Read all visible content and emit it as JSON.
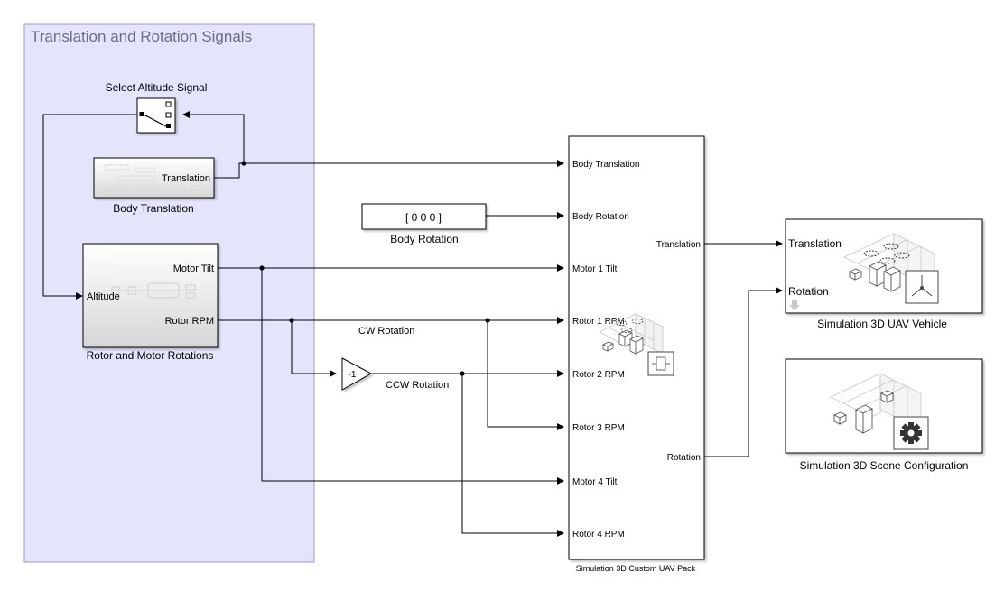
{
  "area": {
    "title": "Translation and Rotation Signals"
  },
  "switch": {
    "label": "Select Altitude Signal"
  },
  "body_translation": {
    "label": "Body Translation",
    "out_port": "Translation"
  },
  "body_rotation": {
    "label": "Body Rotation",
    "value": "[ 0 0 0 ]"
  },
  "rotor_motor": {
    "label": "Rotor and Motor Rotations",
    "in_port": "Altitude",
    "out_motor_tilt": "Motor Tilt",
    "out_rotor_rpm": "Rotor RPM"
  },
  "gain": {
    "value": "-1"
  },
  "signals": {
    "cw": "CW Rotation",
    "ccw": "CCW Rotation"
  },
  "uav_pack": {
    "label": "Simulation 3D Custom UAV Pack",
    "in_ports": [
      "Body Translation",
      "Body Rotation",
      "Motor 1 Tilt",
      "Rotor 1 RPM",
      "Rotor 2 RPM",
      "Rotor 3 RPM",
      "Motor 4 Tilt",
      "Rotor 4 RPM"
    ],
    "out_translation": "Translation",
    "out_rotation": "Rotation"
  },
  "uav_vehicle": {
    "label": "Simulation 3D UAV Vehicle",
    "in_translation": "Translation",
    "in_rotation": "Rotation"
  },
  "scene_config": {
    "label": "Simulation 3D Scene Configuration"
  },
  "colors": {
    "area_fill": "#e4e4fb",
    "area_border": "#9a9ac8",
    "line": "#000000",
    "block_border": "#000000"
  }
}
